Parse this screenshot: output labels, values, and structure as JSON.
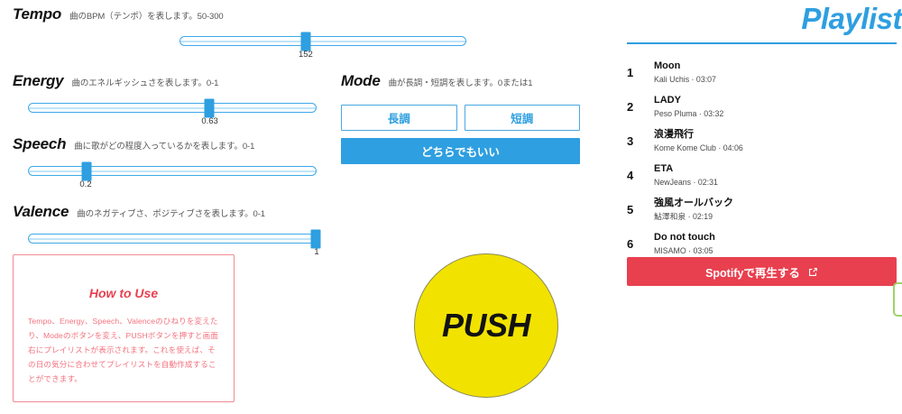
{
  "controls": {
    "tempo": {
      "title": "Tempo",
      "desc": "曲のBPM（テンポ）を表します。50-300",
      "value": "152",
      "percent": 44
    },
    "energy": {
      "title": "Energy",
      "desc": "曲のエネルギッシュさを表します。0-1",
      "value": "0.63",
      "percent": 63
    },
    "speech": {
      "title": "Speech",
      "desc": "曲に歌がどの程度入っているかを表します。0-1",
      "value": "0.2",
      "percent": 20
    },
    "valence": {
      "title": "Valence",
      "desc": "曲のネガティブさ、ポジティブさを表します。0-1",
      "value": "1",
      "percent": 100
    }
  },
  "mode": {
    "title": "Mode",
    "desc": "曲が長調・短調を表します。0または1",
    "major_label": "長調",
    "minor_label": "短調",
    "either_label": "どちらでもいい"
  },
  "howto": {
    "title": "How to Use",
    "body": "Tempo、Energy、Speech、Valenceのひねりを変えたり、Modeのボタンを変え、PUSHボタンを押すと画面右にプレイリストが表示されます。これを使えば、その日の気分に合わせてプレイリストを自動作成することができます。"
  },
  "push": {
    "label": "PUSH"
  },
  "playlist": {
    "title": "Playlist",
    "tracks": [
      {
        "num": "1",
        "name": "Moon",
        "meta": "Kali Uchis · 03:07"
      },
      {
        "num": "2",
        "name": "LADY",
        "meta": "Peso Pluma · 03:32"
      },
      {
        "num": "3",
        "name": "浪漫飛行",
        "meta": "Kome Kome Club · 04:06"
      },
      {
        "num": "4",
        "name": "ETA",
        "meta": "NewJeans · 02:31"
      },
      {
        "num": "5",
        "name": "強風オールバック",
        "meta": "鮎澤和泉 · 02:19"
      },
      {
        "num": "6",
        "name": "Do not touch",
        "meta": "MISAMO · 03:05"
      }
    ],
    "spotify_label": "Spotifyで再生する"
  },
  "colors": {
    "accent_blue": "#2e9fe0",
    "red": "#e8404f",
    "yellow": "#f2e200",
    "green": "#9ed36a"
  }
}
